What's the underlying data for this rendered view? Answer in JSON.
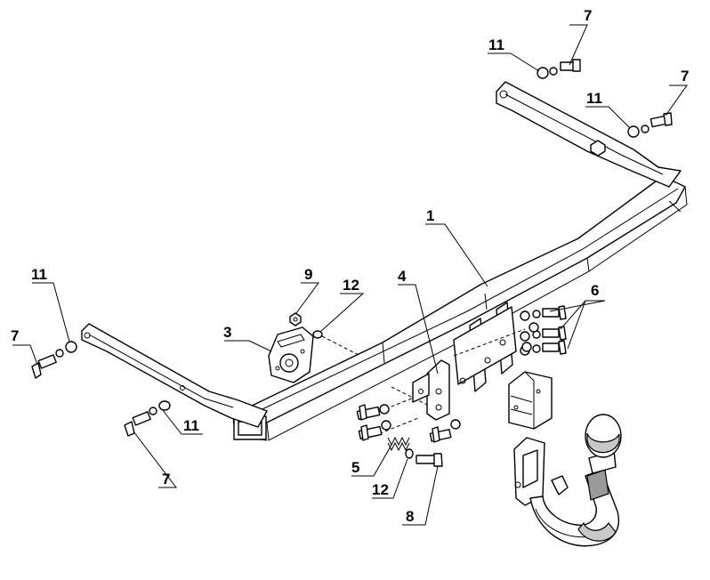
{
  "callouts": {
    "c1": "1",
    "c3": "3",
    "c4": "4",
    "c5": "5",
    "c6": "6",
    "c7_top": "7",
    "c7_right": "7",
    "c7_left": "7",
    "c7_bottom": "7",
    "c8": "8",
    "c9": "9",
    "c11_top": "11",
    "c11_right": "11",
    "c11_left": "11",
    "c11_bottom": "11",
    "c12_upper": "12",
    "c12_lower": "12"
  }
}
